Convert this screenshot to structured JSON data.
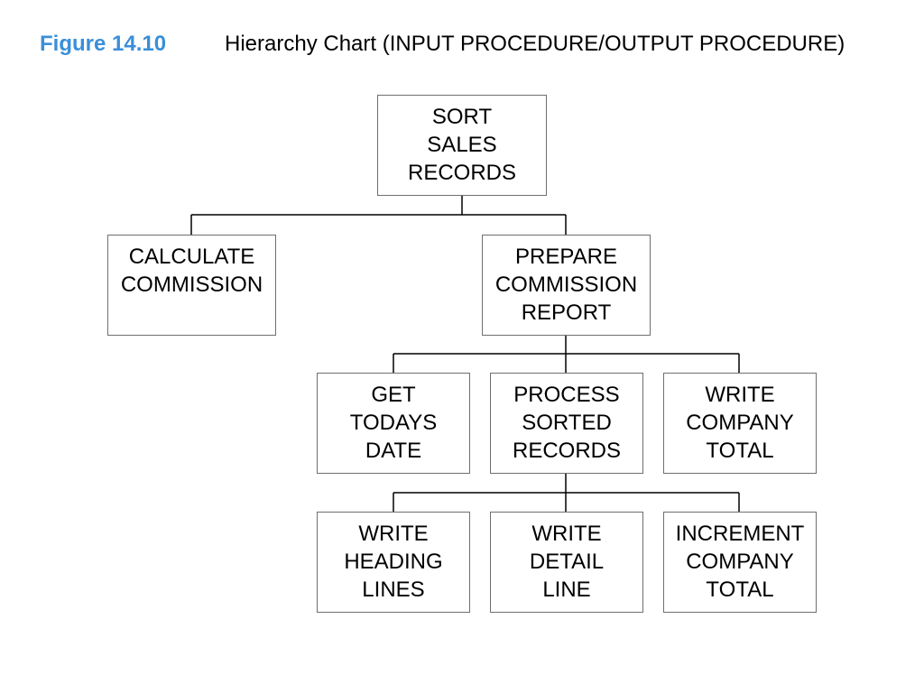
{
  "figure": {
    "label": "Figure 14.10",
    "title": "Hierarchy Chart (INPUT PROCEDURE/OUTPUT PROCEDURE)",
    "label_color": "#3a8fd8"
  },
  "nodes": {
    "sort_sales_records": "SORT\nSALES\nRECORDS",
    "calculate_commission": "CALCULATE\nCOMMISSION",
    "prepare_commission_report": "PREPARE\nCOMMISSION\nREPORT",
    "get_todays_date": "GET\nTODAYS\nDATE",
    "process_sorted_records": "PROCESS\nSORTED\nRECORDS",
    "write_company_total": "WRITE\nCOMPANY\nTOTAL",
    "write_heading_lines": "WRITE\nHEADING\nLINES",
    "write_detail_line": "WRITE\nDETAIL\nLINE",
    "increment_company_total": "INCREMENT\nCOMPANY\nTOTAL"
  }
}
